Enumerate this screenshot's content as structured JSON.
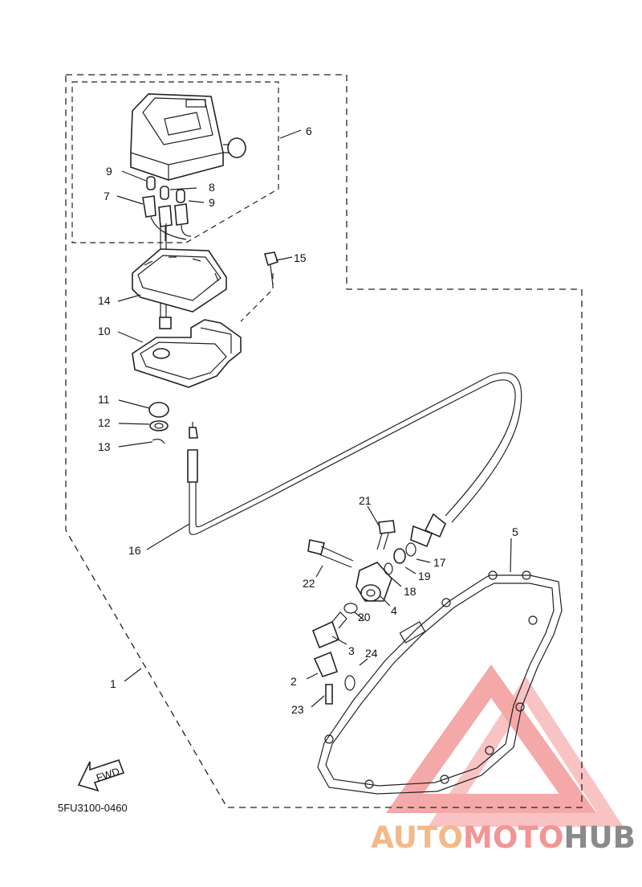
{
  "diagram": {
    "drawing_code": "5FU3100-0460",
    "fwd_label": "FWD",
    "callouts": [
      "1",
      "2",
      "3",
      "4",
      "5",
      "6",
      "7",
      "8",
      "9",
      "9",
      "10",
      "11",
      "12",
      "13",
      "14",
      "15",
      "16",
      "17",
      "18",
      "19",
      "20",
      "21",
      "22",
      "23",
      "24"
    ]
  },
  "watermark": {
    "part1": "AUTO",
    "part2": "MOTO",
    "part3": "HUB",
    "colors": {
      "auto": "#f3b98a",
      "moto": "#f39595",
      "hub": "#8a8a8a",
      "triangle": "#f28c8c"
    }
  }
}
